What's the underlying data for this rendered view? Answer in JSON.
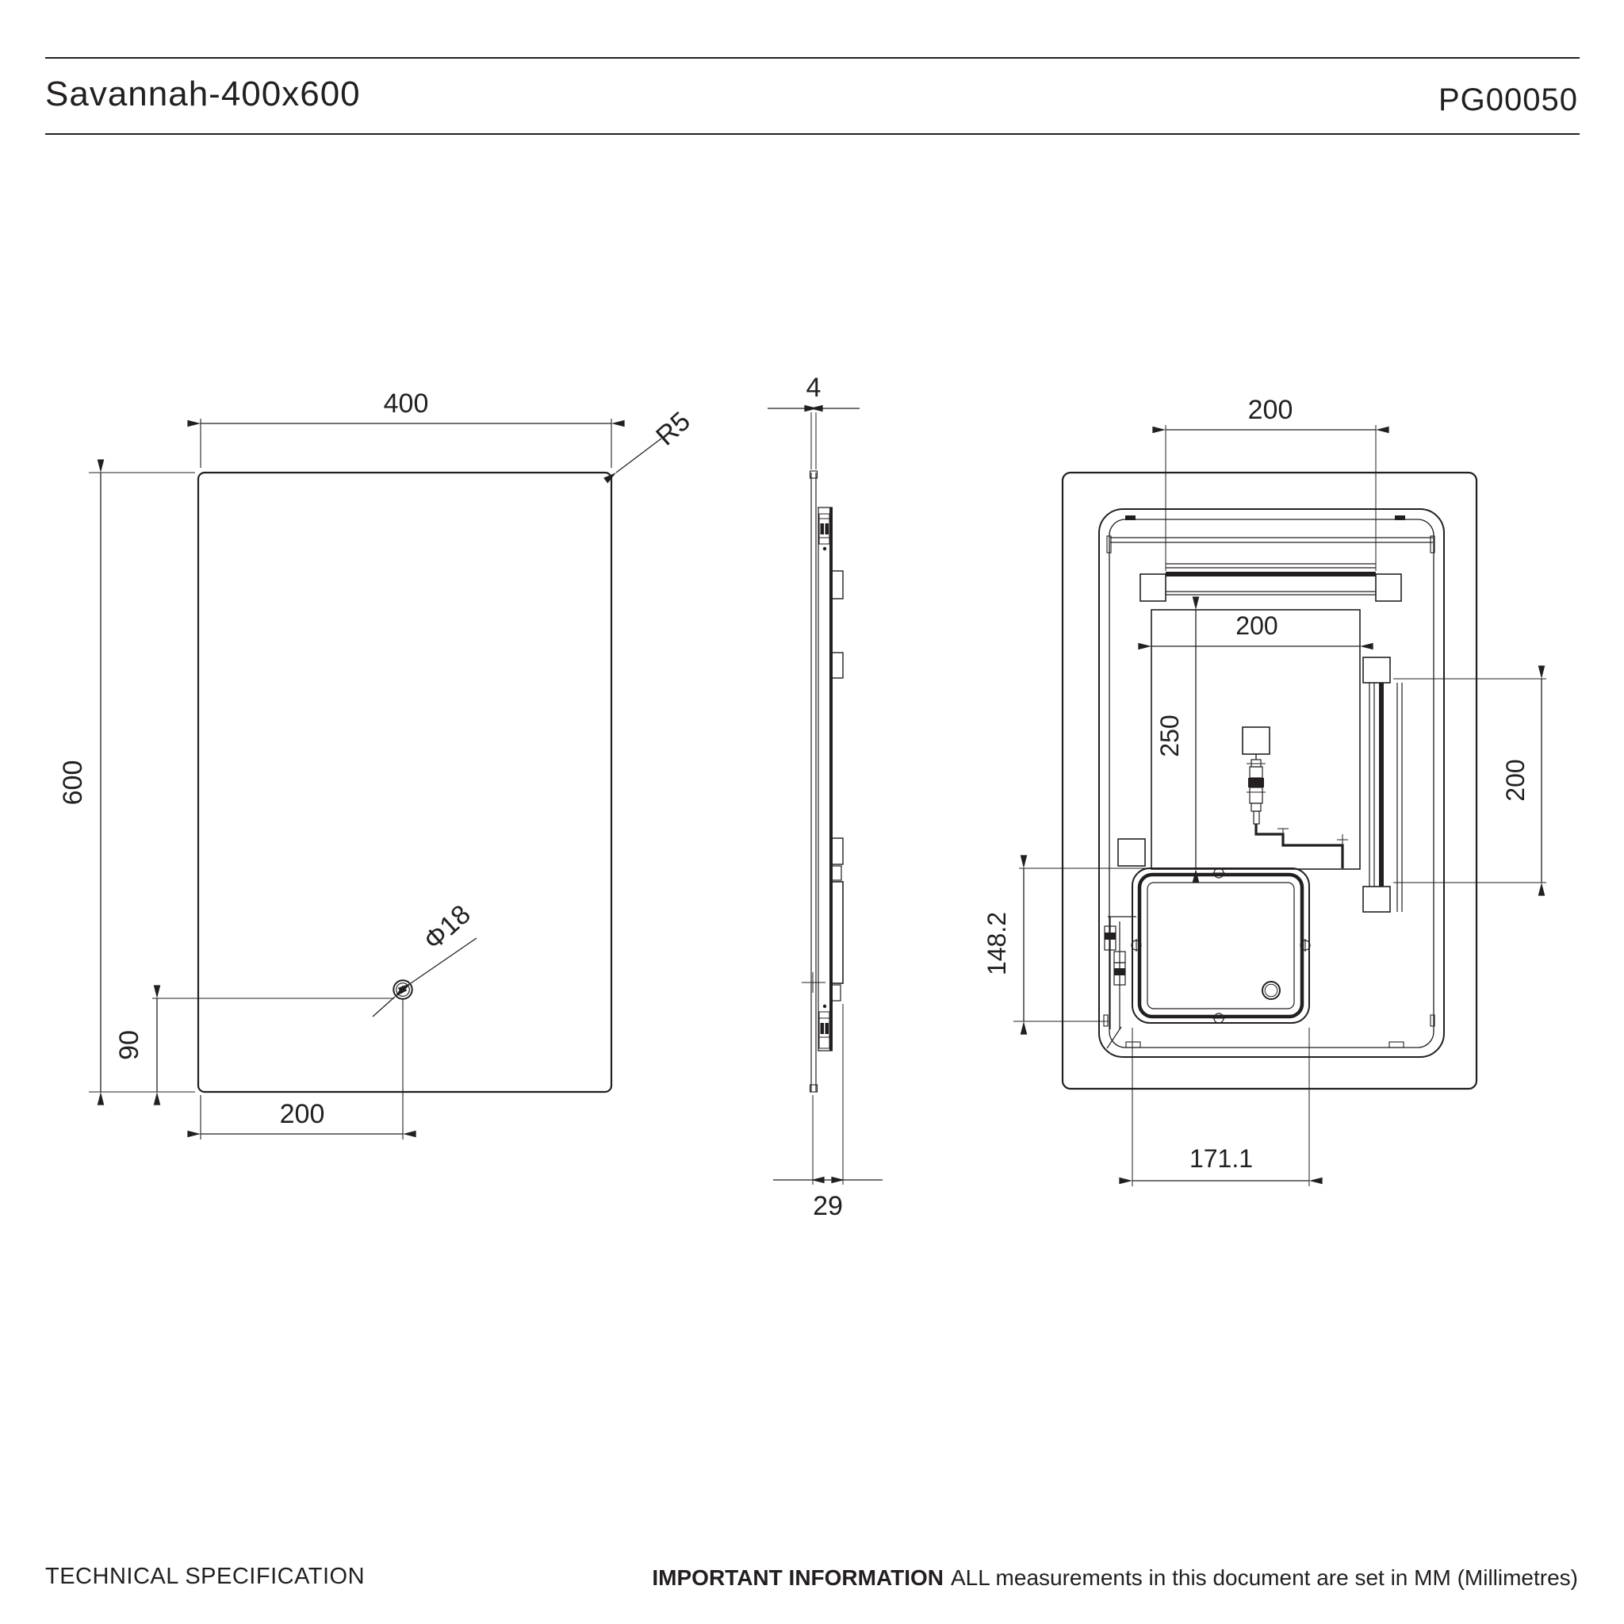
{
  "header": {
    "title": "Savannah-400x600",
    "code": "PG00050"
  },
  "footer": {
    "left": "TECHNICAL SPECIFICATION",
    "right_bold": "IMPORTANT INFORMATION",
    "right_rest": "ALL measurements in this document are set in MM (Millimetres)"
  },
  "drawing": {
    "front_view": {
      "width_label": "400",
      "height_label": "600",
      "corner_radius_label": "R5",
      "hole_diameter_label": "Φ18",
      "hole_offset_y_label": "90",
      "hole_offset_x_label": "200"
    },
    "side_view": {
      "glass_thickness_label": "4",
      "depth_label": "29"
    },
    "back_view": {
      "top_led_width_label": "200",
      "cutout_width_label": "200",
      "cutout_height_label": "250",
      "right_led_length_label": "200",
      "junction_box_height_label": "148.2",
      "junction_box_width_label": "171.1"
    }
  },
  "colors": {
    "line": "#231f20",
    "background": "#ffffff"
  }
}
